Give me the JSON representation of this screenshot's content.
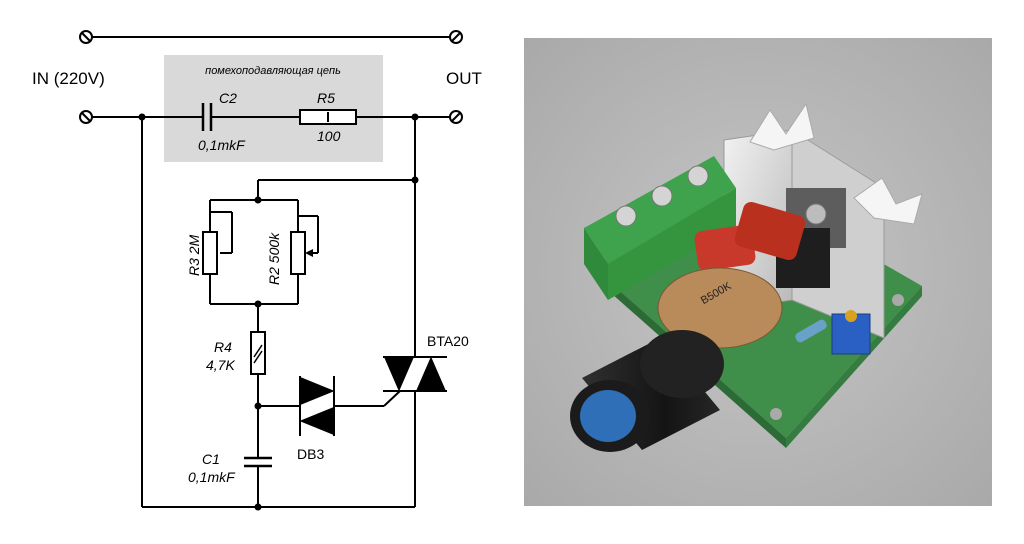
{
  "schematic": {
    "terminal_input_label": "IN (220V)",
    "terminal_output_label": "OUT",
    "snubber_caption": "помехоподавляющая цепь",
    "c2": {
      "name": "C2",
      "value": "0,1mkF"
    },
    "r5": {
      "name": "R5",
      "value": "100"
    },
    "r3": {
      "label": "R3 2M"
    },
    "r2": {
      "label": "R2 500k"
    },
    "r4": {
      "name": "R4",
      "value": "4,7K"
    },
    "c1": {
      "name": "C1",
      "value": "0,1mkF"
    },
    "diac": {
      "name": "DB3"
    },
    "triac": {
      "name": "BTA20"
    },
    "colors": {
      "wire": "#000000",
      "snubber_box": "#d9d9d9"
    }
  },
  "photo": {
    "pot_marking": "B500K",
    "colors": {
      "background": "#b8b8b8",
      "terminal_block": "#3fa34d",
      "capacitor": "#c8382b",
      "heatsink": "#dcdcdc",
      "knob": "#1b1b1b",
      "knob_cap": "#2f6fb8",
      "pcb": "#3f8f4a",
      "trimmer": "#2a5fc4"
    }
  }
}
